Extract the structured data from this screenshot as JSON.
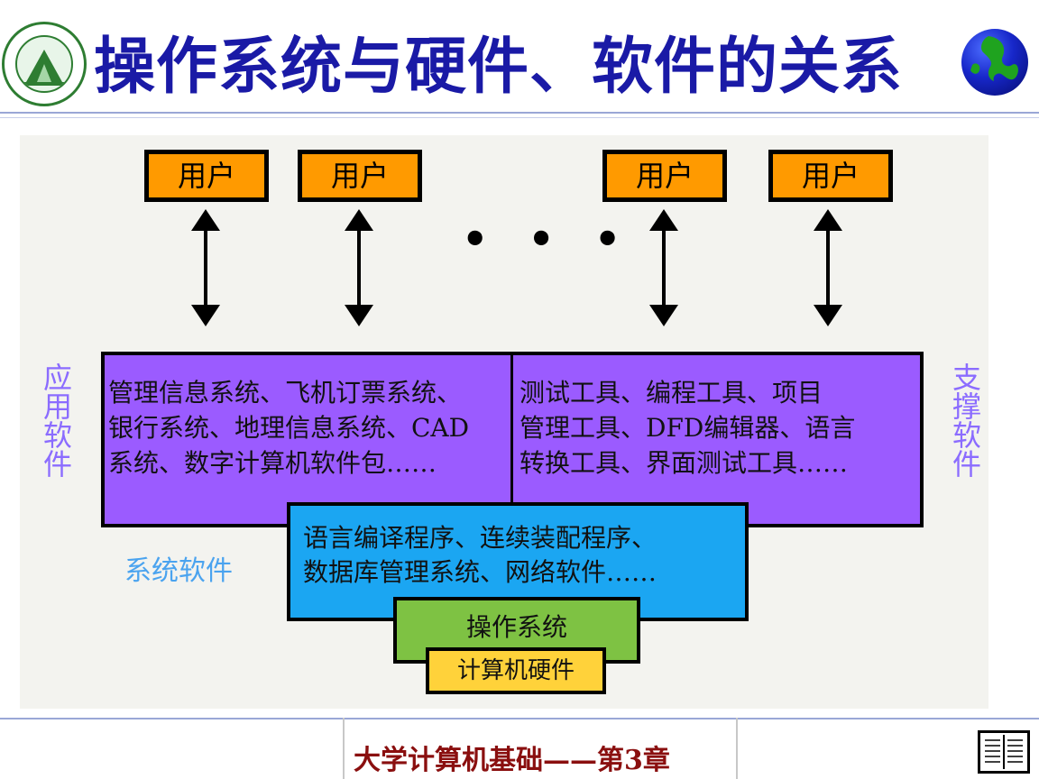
{
  "header": {
    "title": "操作系统与硬件、软件的关系"
  },
  "diagram": {
    "users": [
      "用户",
      "用户",
      "用户",
      "用户"
    ],
    "ellipsis": "• • •",
    "application_software": {
      "label": "应用软件",
      "lines": [
        "管理信息系统、飞机订票系统、",
        "银行系统、地理信息系统、CAD",
        "系统、数字计算机软件包……"
      ]
    },
    "support_software": {
      "label": "支撑软件",
      "lines": [
        "测试工具、编程工具、项目",
        "管理工具、DFD编辑器、语言",
        "转换工具、界面测试工具……"
      ]
    },
    "system_software": {
      "label": "系统软件",
      "lines": [
        "语言编译程序、连续装配程序、",
        "数据库管理系统、网络软件……"
      ]
    },
    "operating_system": "操作系统",
    "hardware": "计算机硬件"
  },
  "footer": {
    "text": "大学计算机基础——第3章"
  },
  "colors": {
    "title": "#1a1aa6",
    "user_box": "#ff9a00",
    "application_layer": "#9b5bff",
    "system_layer": "#1ba6f2",
    "os_layer": "#7ec243",
    "hardware_layer": "#ffd23a"
  }
}
